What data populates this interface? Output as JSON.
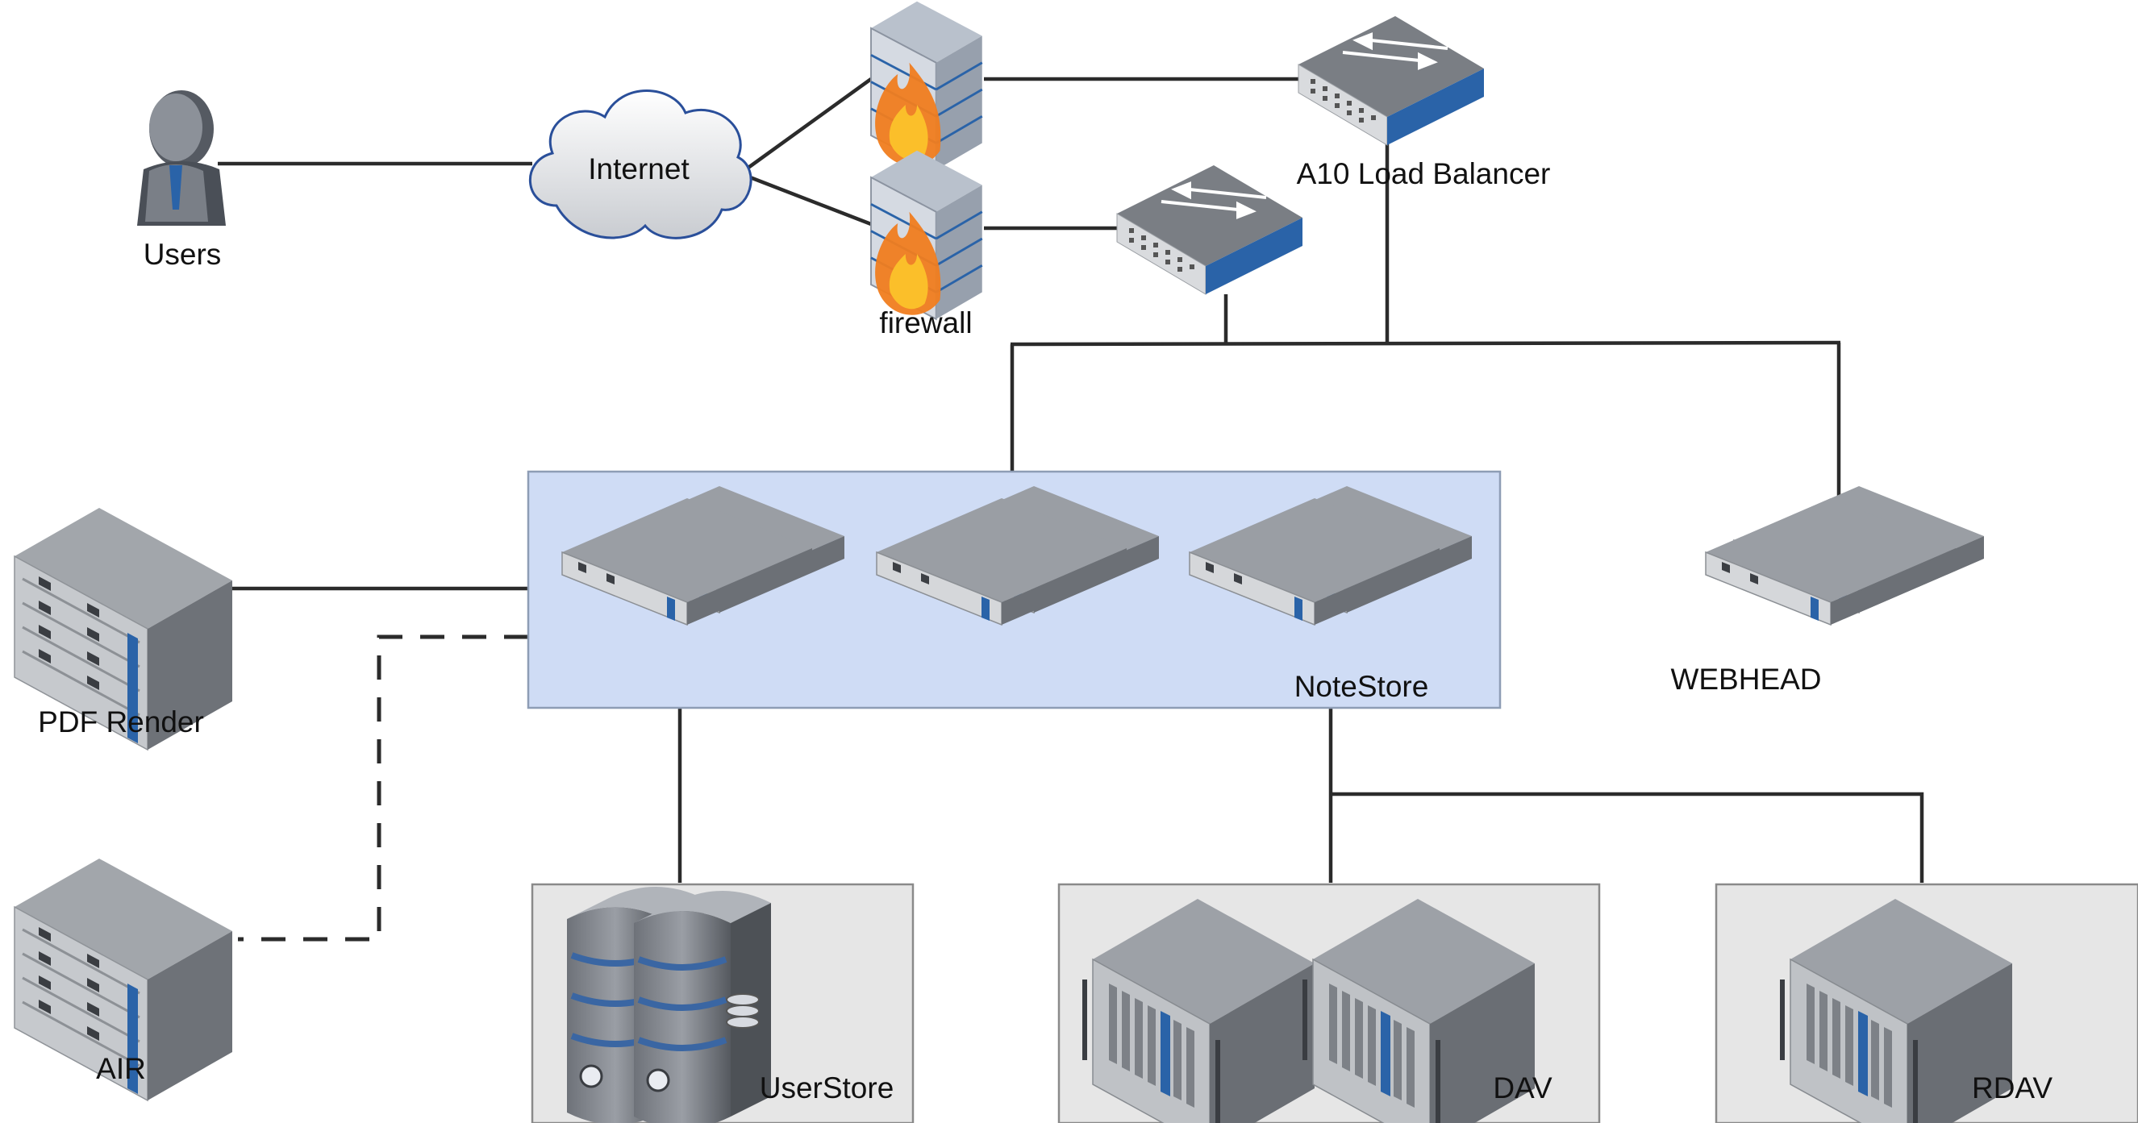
{
  "labels": {
    "users": "Users",
    "internet": "Internet",
    "firewall": "firewall",
    "load_balancer": "A10 Load Balancer",
    "pdf_render": "PDF Render",
    "air": "AIR",
    "notestore": "NoteStore",
    "webhead": "WEBHEAD",
    "userstore": "UserStore",
    "dav": "DAV",
    "rdav": "RDAV"
  },
  "colors": {
    "notestore_group_fill": "#cfdcf5",
    "bottom_group_fill": "#e6e6e6",
    "port_accent": "#2a63a8",
    "flame": "#f07d1f"
  },
  "icons": {
    "users": "user-icon",
    "internet": "cloud-icon",
    "firewall": "firewall-icon",
    "load_balancer": "network-switch-icon",
    "server": "rack-server-icon",
    "database": "database-server-icon"
  }
}
